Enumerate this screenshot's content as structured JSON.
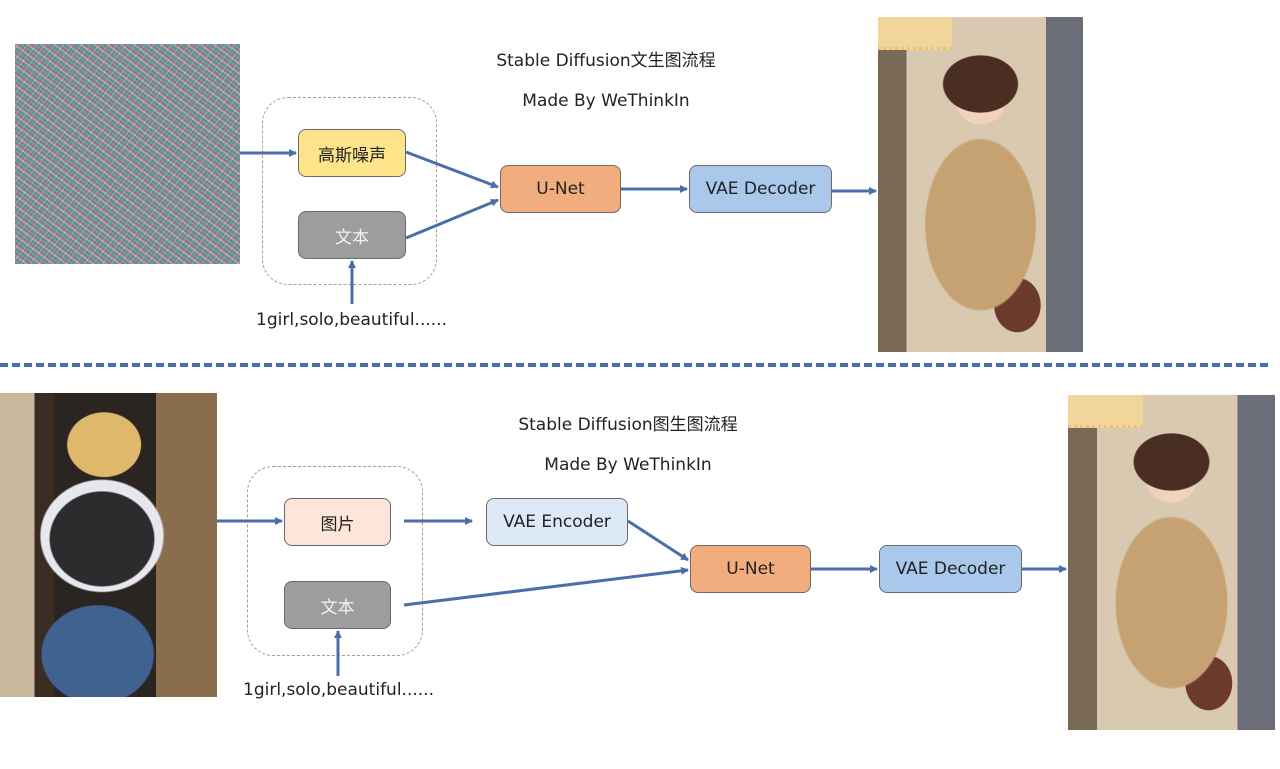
{
  "top_flow": {
    "title": "Stable Diffusion文生图流程",
    "subtitle": "Made By WeThinkIn",
    "input_image": "random-noise-image",
    "boxes": {
      "noise": "高斯噪声",
      "text": "文本",
      "unet": "U-Net",
      "decoder": "VAE Decoder"
    },
    "prompt": "1girl,solo,beautiful......",
    "output_image": "generated-girl-street-image"
  },
  "bottom_flow": {
    "title": "Stable Diffusion图生图流程",
    "subtitle": "Made By WeThinkIn",
    "input_image": "blonde-girl-image",
    "boxes": {
      "image": "图片",
      "text": "文本",
      "encoder": "VAE Encoder",
      "unet": "U-Net",
      "decoder": "VAE Decoder"
    },
    "prompt": "1girl,solo,beautiful......",
    "output_image": "generated-girl-street-image"
  },
  "colors": {
    "arrow": "#4a6fa8",
    "noise_box": "#fde48a",
    "text_box": "#9e9c9c",
    "unet_box": "#f2ad7e",
    "decoder_box": "#a9c8ec",
    "encoder_box": "#dde9f7",
    "image_box": "#fde6d9",
    "group_border": "#b89a7a"
  }
}
